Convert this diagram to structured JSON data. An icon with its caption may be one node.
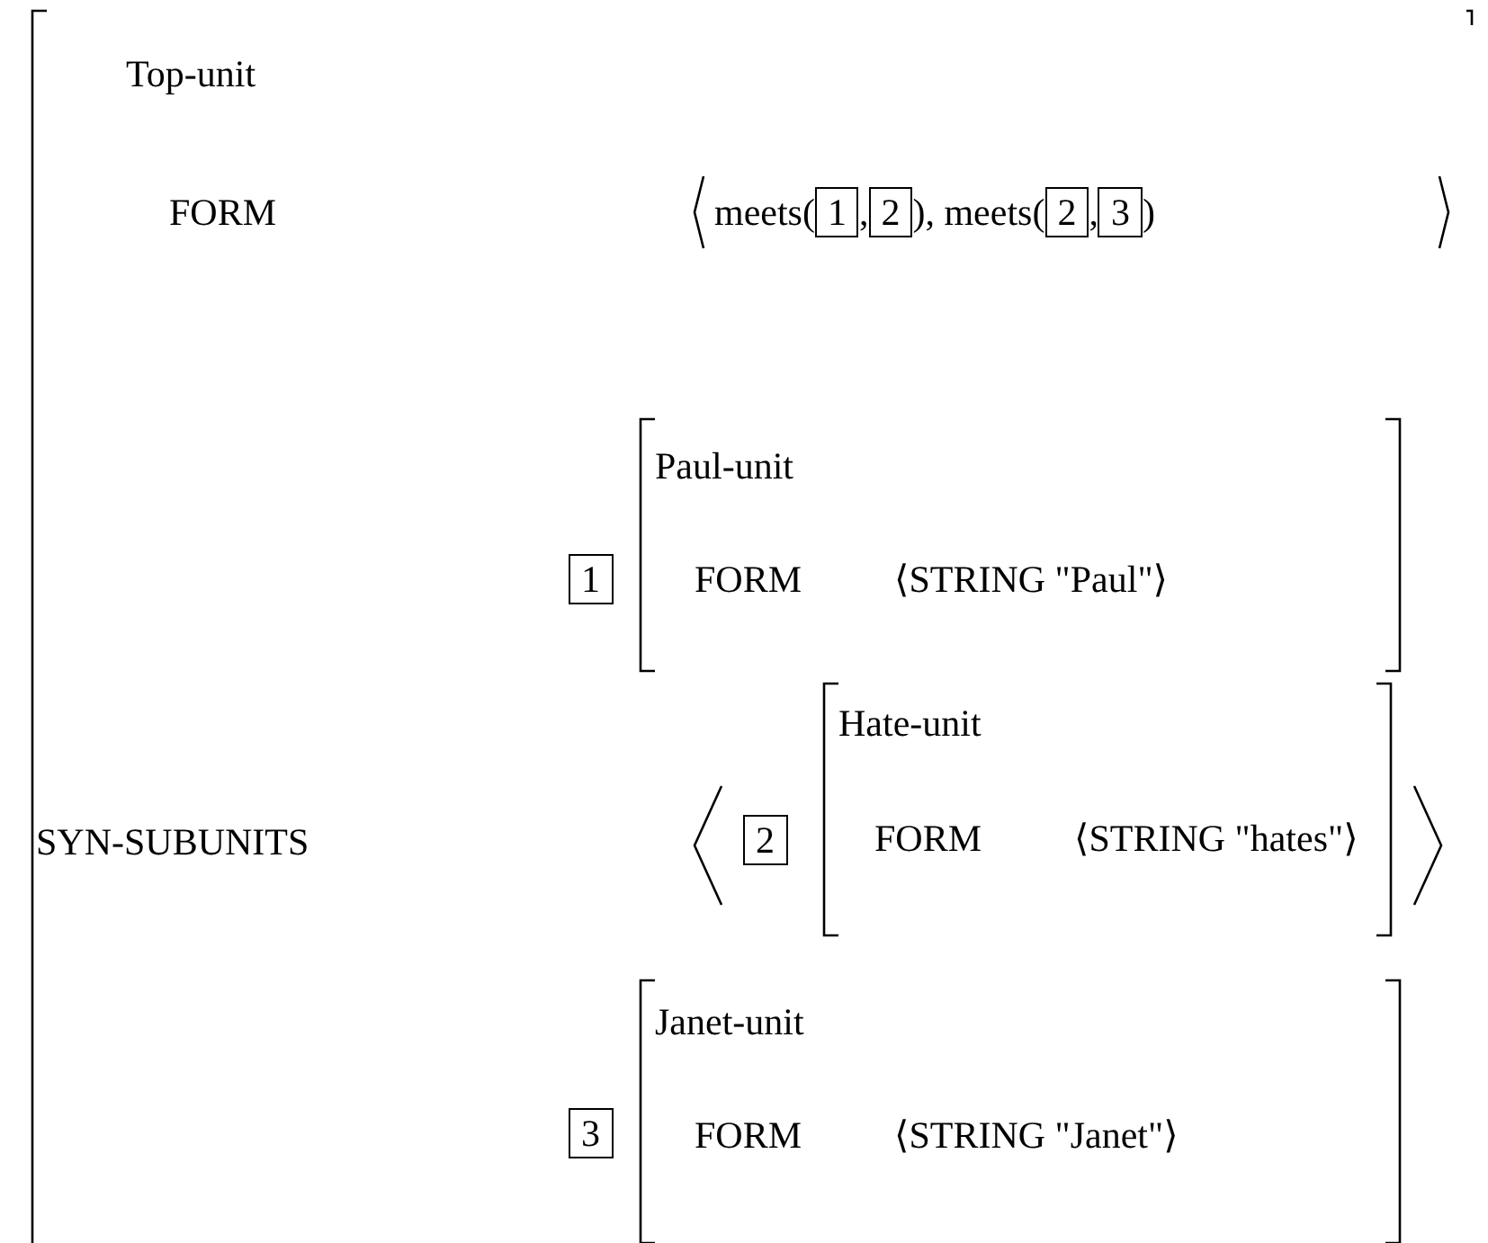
{
  "diagram": {
    "nodes": [
      {
        "text": [
          "1"
        ]
      },
      {
        "text": [
          "2"
        ]
      },
      {
        "text": [
          "2"
        ]
      },
      {
        "text": [
          "3"
        ]
      },
      {
        "text": [
          "1"
        ]
      },
      {
        "text": [
          "2"
        ]
      },
      {
        "text": [
          "3"
        ]
      }
    ],
    "labels": [
      "Top-unit",
      "FORM",
      "meets(",
      ",",
      "), meets(",
      ",",
      ")",
      "Paul-unit",
      "FORM",
      "⟨STRING \"Paul\"⟩",
      "SYN-SUBUNITS",
      "Hate-unit",
      "FORM",
      "⟨STRING \"hates\"⟩",
      "Janet-unit",
      "FORM",
      "⟨STRING \"Janet\"⟩"
    ]
  }
}
